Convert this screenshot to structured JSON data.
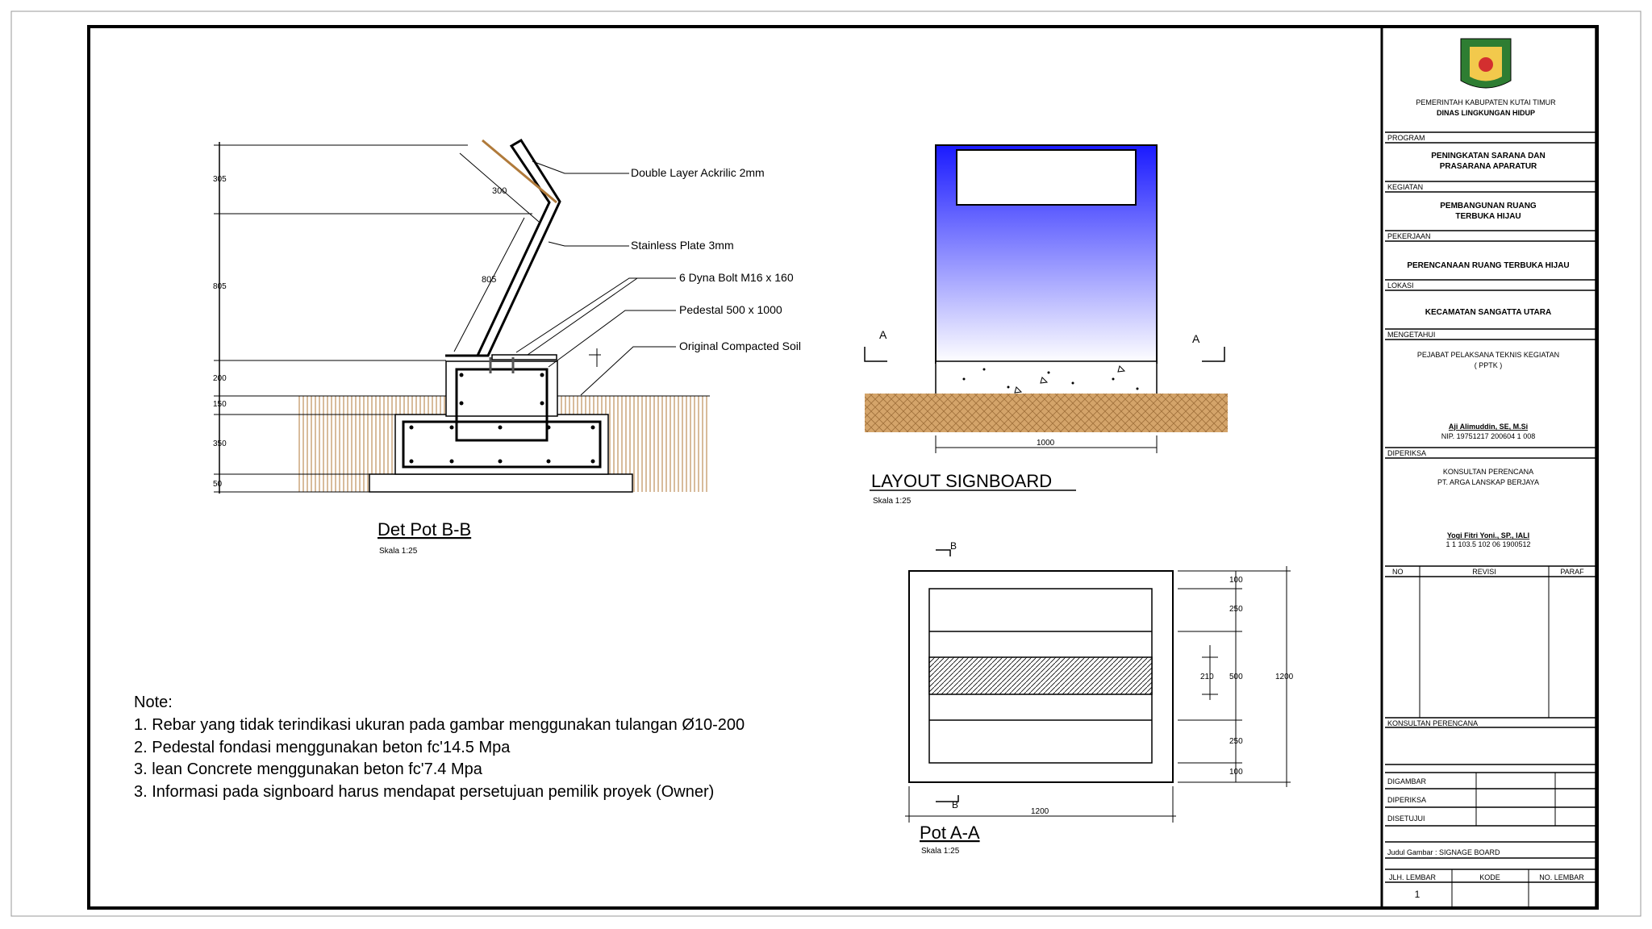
{
  "det_pot_bb": {
    "title": "Det Pot B-B",
    "scale": "Skala 1:25",
    "callouts": [
      "Double Layer Ackrilic 2mm",
      "Stainless Plate 3mm",
      "6 Dyna Bolt M16 x 160",
      "Pedestal 500 x 1000",
      "Original Compacted Soil"
    ],
    "dims_left": [
      "305",
      "805",
      "200",
      "150",
      "350",
      "50"
    ],
    "dims_inclined": [
      "300",
      "805"
    ]
  },
  "layout_signboard": {
    "title": "LAYOUT SIGNBOARD",
    "scale": "Skala 1:25",
    "section_left": "A",
    "section_right": "A",
    "width_dim": "1000",
    "colors": {
      "panel_top": "#1a1aff",
      "panel_bottom": "#ffffff",
      "soil": "#c9a26b"
    }
  },
  "pot_aa": {
    "title": "Pot A-A",
    "scale": "Skala 1:25",
    "section_top": "B",
    "section_bottom": "B",
    "width_dim": "1200",
    "height_dim": "1200",
    "right_dims": [
      "100",
      "250",
      "500",
      "250",
      "100"
    ],
    "inner_dim": "210"
  },
  "notes": {
    "heading": "Note:",
    "items": [
      "1. Rebar yang tidak terindikasi ukuran pada gambar menggunakan tulangan Ø10-200",
      "2. Pedestal fondasi menggunakan beton fc'14.5 Mpa",
      "3. lean Concrete menggunakan beton fc'7.4 Mpa",
      "3. Informasi pada signboard harus mendapat persetujuan pemilik proyek (Owner)"
    ]
  },
  "title_block": {
    "org_line1": "PEMERINTAH KABUPATEN KUTAI TIMUR",
    "org_line2": "DINAS LINGKUNGAN HIDUP",
    "program_label": "PROGRAM",
    "program_value_1": "PENINGKATAN SARANA DAN",
    "program_value_2": "PRASARANA APARATUR",
    "kegiatan_label": "KEGIATAN",
    "kegiatan_value_1": "PEMBANGUNAN RUANG",
    "kegiatan_value_2": "TERBUKA HIJAU",
    "pekerjaan_label": "PEKERJAAN",
    "pekerjaan_value": "PERENCANAAN RUANG TERBUKA HIJAU",
    "lokasi_label": "LOKASI",
    "lokasi_value": "KECAMATAN SANGATTA UTARA",
    "mengetahui_label": "MENGETAHUI",
    "mengetahui_role_1": "PEJABAT PELAKSANA TEKNIS KEGIATAN",
    "mengetahui_role_2": "( PPTK )",
    "mengetahui_name": "Aji Alimuddin, SE, M.Si",
    "mengetahui_nip": "NIP. 19751217 200604 1 008",
    "diperiksa_label": "DIPERIKSA",
    "diperiksa_org_1": "KONSULTAN PERENCANA",
    "diperiksa_org_2": "PT. ARGA LANSKAP BERJAYA",
    "diperiksa_name": "Yogi Fitri Yoni., SP., IALI",
    "diperiksa_id": "1 1 103.5 102 06 1900512",
    "rev_no": "NO",
    "rev_revisi": "REVISI",
    "rev_paraf": "PARAF",
    "konsultan_label": "KONSULTAN PERENCANA",
    "digambar": "DIGAMBAR",
    "diperiksa2": "DIPERIKSA",
    "disetujui": "DISETUJUI",
    "judul_gambar": "Judul Gambar : SIGNAGE BOARD",
    "jlh_lembar_label": "JLH. LEMBAR",
    "kode_label": "KODE",
    "no_lembar_label": "NO. LEMBAR",
    "jlh_lembar_value": "1",
    "logo_color": "#2e7d32"
  }
}
